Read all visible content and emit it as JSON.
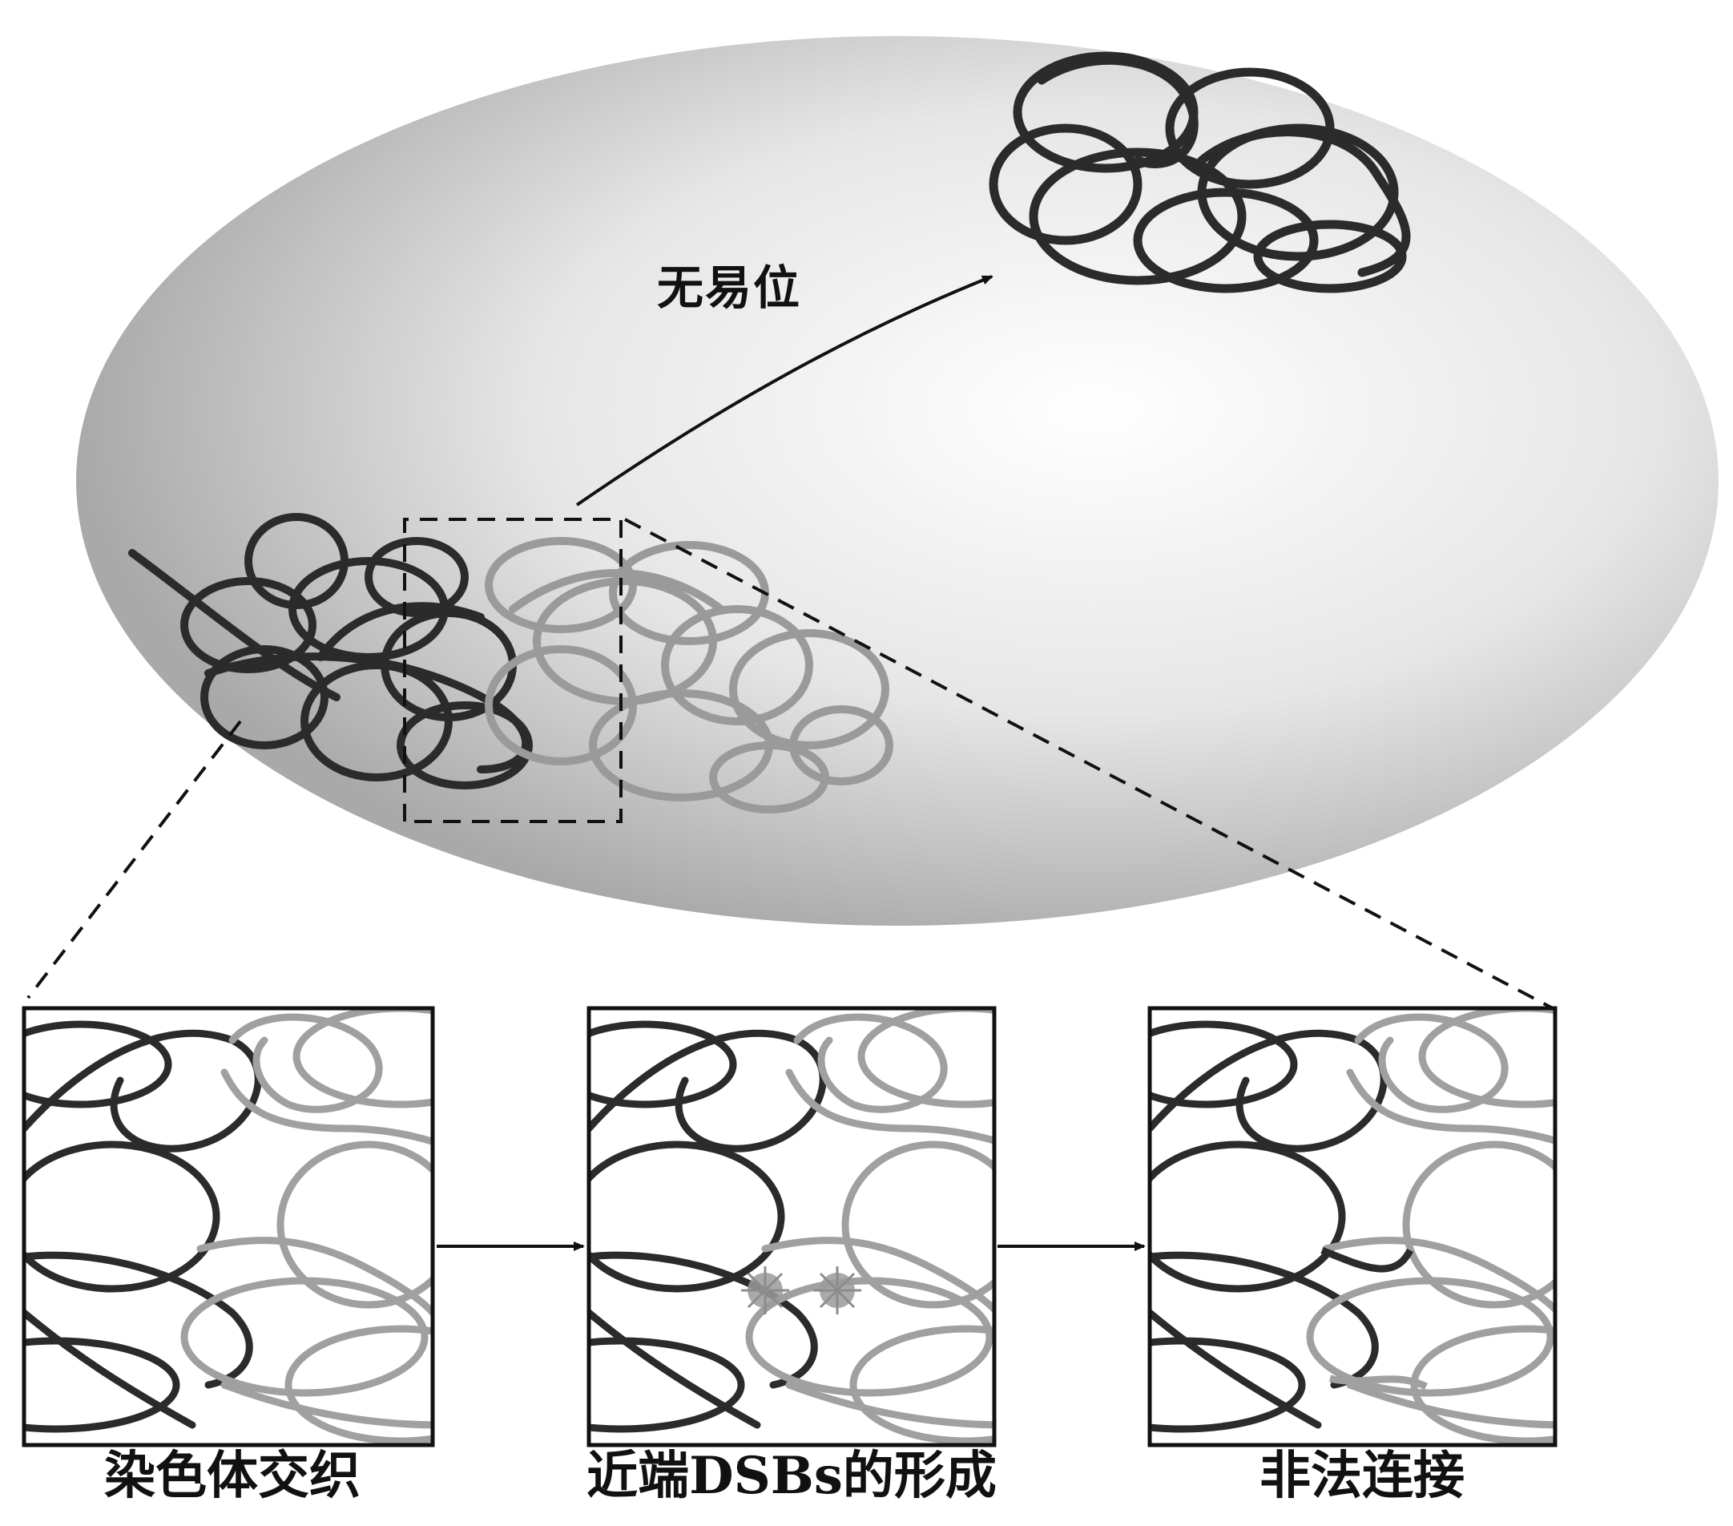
{
  "labels": {
    "arrow_label": "无易位",
    "caption_1": "染色体交织",
    "caption_2": "近端DSBs的形成",
    "caption_3": "非法连接"
  },
  "colors": {
    "dark_chromatin": "#2b2b2b",
    "light_chromatin": "#9a9a9a",
    "dsb_marker": "#8c8c8c",
    "nucleus_shade": "#b8b8b8"
  }
}
